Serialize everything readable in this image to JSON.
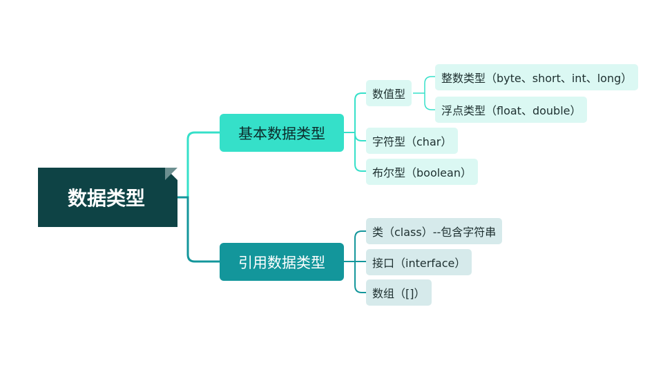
{
  "mindmap": {
    "root": {
      "label": "数据类型"
    },
    "basic": {
      "label": "基本数据类型",
      "numeric": {
        "label": "数值型",
        "integer": "整数类型（byte、short、int、long）",
        "float": "浮点类型（float、double）"
      },
      "char": "字符型（char）",
      "boolean": "布尔型（boolean）"
    },
    "reference": {
      "label": "引用数据类型",
      "class": "类（class）--包含字符串",
      "interface": "接口（interface）",
      "array": "数组（[]）"
    }
  },
  "colors": {
    "root_fill": "#0e4345",
    "basic_fill": "#35e0c9",
    "basic_line": "#35e0c9",
    "basic_leaf_fill": "#dbf8f3",
    "reference_fill": "#13969b",
    "reference_line": "#13969b",
    "reference_leaf_fill": "#d6eaeb"
  }
}
